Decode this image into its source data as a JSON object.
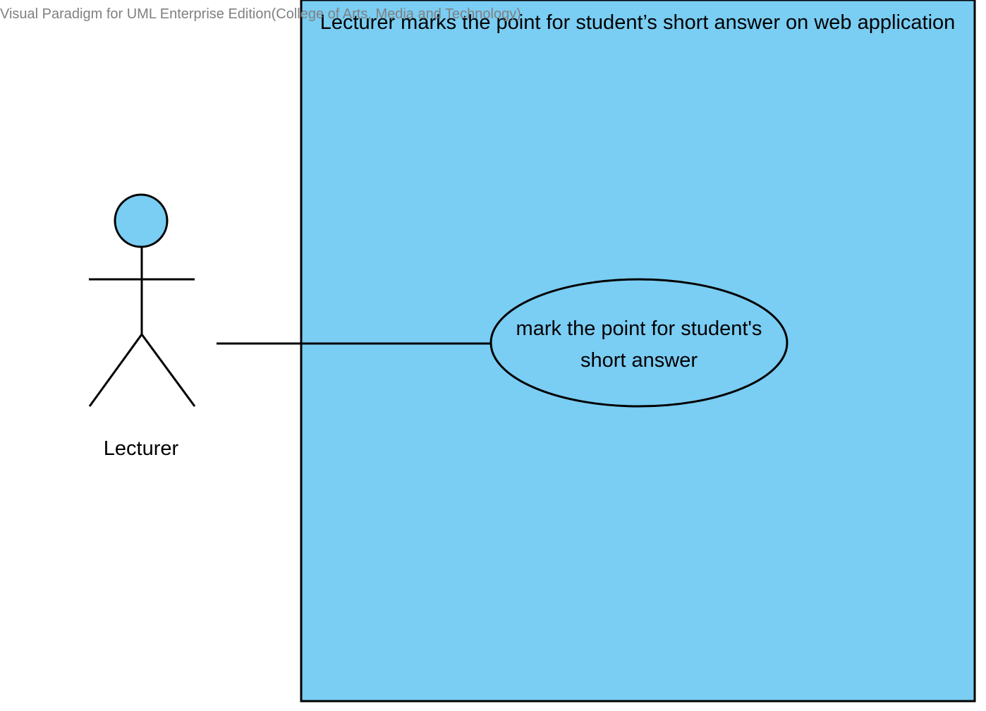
{
  "watermark": {
    "text": "Visual Paradigm for UML Enterprise Edition(College of Arts, Media and Technology)",
    "color": "#808080"
  },
  "system": {
    "title": "Lecturer marks the point for student’s short answer on web application",
    "fill_color": "#7ACDF3",
    "border_color": "#000000"
  },
  "actor": {
    "name": "Lecturer",
    "head_color": "#7ACDF3",
    "line_color": "#000000"
  },
  "use_case": {
    "label": "mark the point for student's short answer",
    "fill_color": "#7ACDF3",
    "border_color": "#000000"
  },
  "association": {
    "from": "Lecturer",
    "to": "mark the point for student's short answer",
    "color": "#000000"
  }
}
